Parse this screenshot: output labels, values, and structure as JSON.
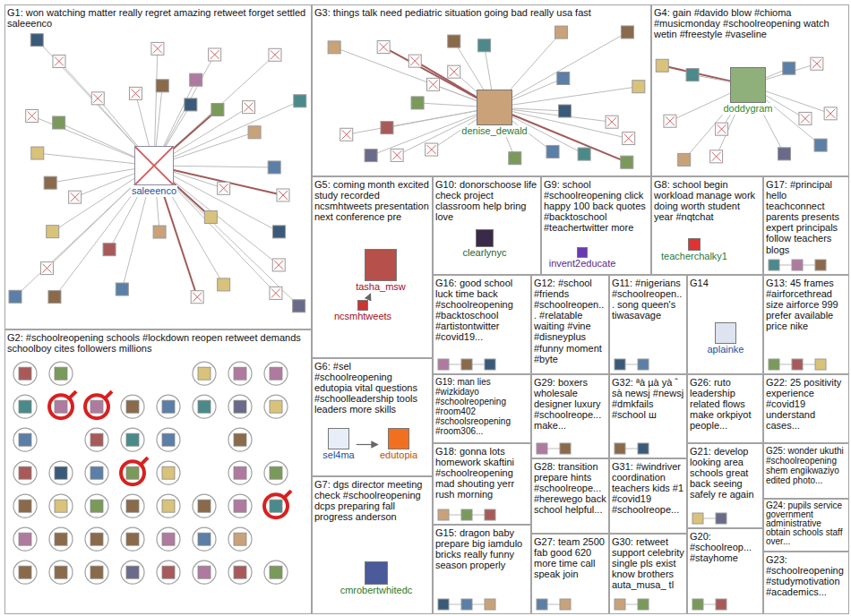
{
  "diagram": {
    "nodes": [
      {
        "text": [
          "G1: won watching matter really regret amazing retweet forget settled saleeenco"
        ]
      },
      {
        "text": [
          "saleeenco"
        ],
        "in": 0
      },
      {
        "text": [
          "G2: #schoolreopening schools #lockdown reopen retweet demands schoolboy cites followers millions"
        ]
      },
      {
        "text": [
          "G3: things talk need pediatric situation going bad really usa fast"
        ]
      },
      {
        "text": [
          "denise_dewald"
        ],
        "in": 3
      },
      {
        "text": [
          "G4: gain #davido blow #chioma #musicmonday #schoolreopening watch wetin #freestyle #vaseline"
        ]
      },
      {
        "text": [
          "doddygram"
        ],
        "in": 5
      },
      {
        "text": [
          "G5: coming month excited study recorded ncsmhtweets presentation next conference pre"
        ]
      },
      {
        "text": [
          "tasha_msw"
        ],
        "in": 7
      },
      {
        "text": [
          "ncsmhtweets"
        ],
        "in": 7
      },
      {
        "text": [
          "G10: donorschoose life check project classroom help bring love"
        ]
      },
      {
        "text": [
          "clearlynyc"
        ],
        "in": 10
      },
      {
        "text": [
          "G9: school #schoolreopening click happy 100 back quotes #backtoschool #teachertwitter more"
        ]
      },
      {
        "text": [
          "invent2educate"
        ],
        "in": 12
      },
      {
        "text": [
          "G8: school begin workload manage work doing worth student year #nqtchat"
        ]
      },
      {
        "text": [
          "teacherchalky1"
        ],
        "in": 14
      },
      {
        "text": [
          "G17: #principal hello teachconnect parents presents expert principals follow teachers blogs"
        ]
      },
      {
        "text": [
          "G16: good school luck time back #schoolreopening #backtoschool #artistontwitter #covid19..."
        ]
      },
      {
        "text": [
          "G12: #school #friends #schoolreopen... #relatable waiting #vine #disneyplus #funny moment #byte"
        ]
      },
      {
        "text": [
          "G11: #nigerians #schoolreopen... song queen's tiwasavage"
        ]
      },
      {
        "text": [
          "G14"
        ]
      },
      {
        "text": [
          "aplainke"
        ],
        "in": 20
      },
      {
        "text": [
          "G13: 45 frames #airforcethread size airforce 999 prefer available price nike"
        ]
      },
      {
        "text": [
          "G6: #sel #schoolreopening edutopia vital questions #schoolleadership tools leaders more skills"
        ]
      },
      {
        "text": [
          "sel4ma"
        ],
        "in": 23
      },
      {
        "text": [
          "edutopia"
        ],
        "in": 23
      },
      {
        "text": [
          "G19: man lies #wizkidayo #schoolreopening #room402 #schoolsreopening #room306..."
        ]
      },
      {
        "text": [
          "G29: boxers wholesale designer luxury #schoolreope... make..."
        ]
      },
      {
        "text": [
          "G32: ªà µà yà ˆ sà newsj #newsj #dmkfails #school ш"
        ]
      },
      {
        "text": [
          "G26: ruto leadership related flows make orkpiyot people..."
        ]
      },
      {
        "text": [
          "G22: 25 positivity experience #covid19 understand cases..."
        ]
      },
      {
        "text": [
          "G18: gonna lots homework skaftini #schoolreopening mad shouting yerr rush morning"
        ]
      },
      {
        "text": [
          "G28: transition prepare hints #schoolreope... #herewego back school helpful..."
        ]
      },
      {
        "text": [
          "G31: #windriver coordination teachers kids #1 #covid19 #schoolreope..."
        ]
      },
      {
        "text": [
          "G21: develop looking area schools great back seeing safely re again"
        ]
      },
      {
        "text": [
          "G25: wonder ukuthi #schoolreopening shem engikwaziyo edited photo..."
        ]
      },
      {
        "text": [
          "G24: pupils service government administrative obtain schools staff over..."
        ]
      },
      {
        "text": [
          "G7: dgs director meeting check #schoolreopening dcps preparing fall progress anderson"
        ]
      },
      {
        "text": [
          "cmrobertwhitedc"
        ],
        "in": 37
      },
      {
        "text": [
          "G15: dragon baby prepare big iamdulo bricks really funny season properly"
        ]
      },
      {
        "text": [
          "G27: team 2500 fab good 620 more time call speak join"
        ]
      },
      {
        "text": [
          "G30: retweet support celebrity single pls exist know brothers auta_musa_ tl"
        ]
      },
      {
        "text": [
          "G20: #schoolreop... #stayhome"
        ]
      },
      {
        "text": [
          "G23: #schoolreopening #studymotivation #academics..."
        ]
      }
    ],
    "edges": [
      {
        "from": 9,
        "to": 8,
        "arrow": "to"
      },
      {
        "from": 24,
        "to": 25,
        "arrow": "to"
      }
    ]
  }
}
